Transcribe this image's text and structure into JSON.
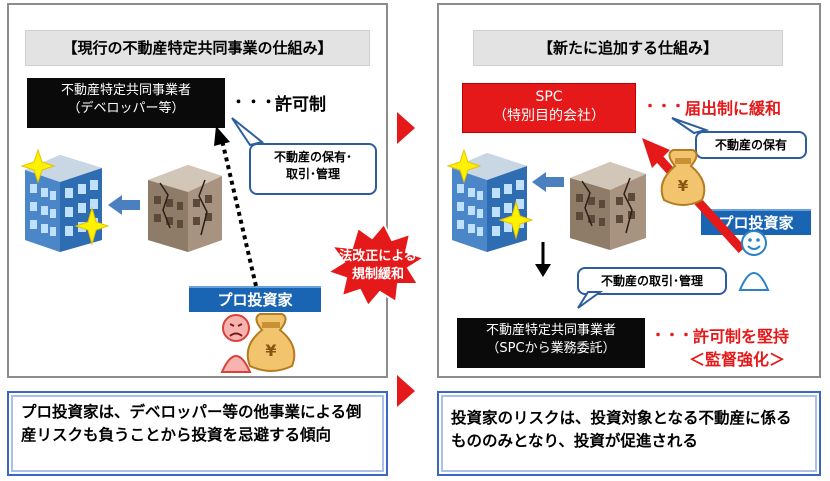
{
  "left": {
    "title": "【現行の不動産特定共同事業の仕組み】",
    "operator_line1": "不動産特定共同事業者",
    "operator_line2": "（デベロッパー等）",
    "dots": "・・・",
    "permit": "許可制",
    "callout_line1": "不動産の保有･",
    "callout_line2": "取引･管理",
    "investor": "プロ投資家",
    "summary": "プロ投資家は、デベロッパー等の他事業による倒産リスクも負うことから投資を忌避する傾向"
  },
  "center": {
    "burst_line1": "法改正による",
    "burst_line2": "規制緩和"
  },
  "right": {
    "title": "【新たに追加する仕組み】",
    "spc_line1": "SPC",
    "spc_line2": "（特別目的会社）",
    "dots1": "・・・",
    "notification": "届出制に緩和",
    "holding": "不動産の保有",
    "investor": "プロ投資家",
    "transaction": "不動産の取引･管理",
    "operator_line1": "不動産特定共同事業者",
    "operator_line2": "（SPCから業務委託）",
    "dots2": "・・・",
    "permit_keep": "許可制を堅持",
    "supervision": "＜監督強化＞",
    "summary": "投資家のリスクは、投資対象となる不動産に係るもののみとなり、投資が促進される"
  },
  "icons": {
    "money_bag_symbol": "¥"
  },
  "colors": {
    "accent_red": "#e51919",
    "accent_blue": "#1a64b4",
    "panel_border": "#8c8c8c"
  }
}
